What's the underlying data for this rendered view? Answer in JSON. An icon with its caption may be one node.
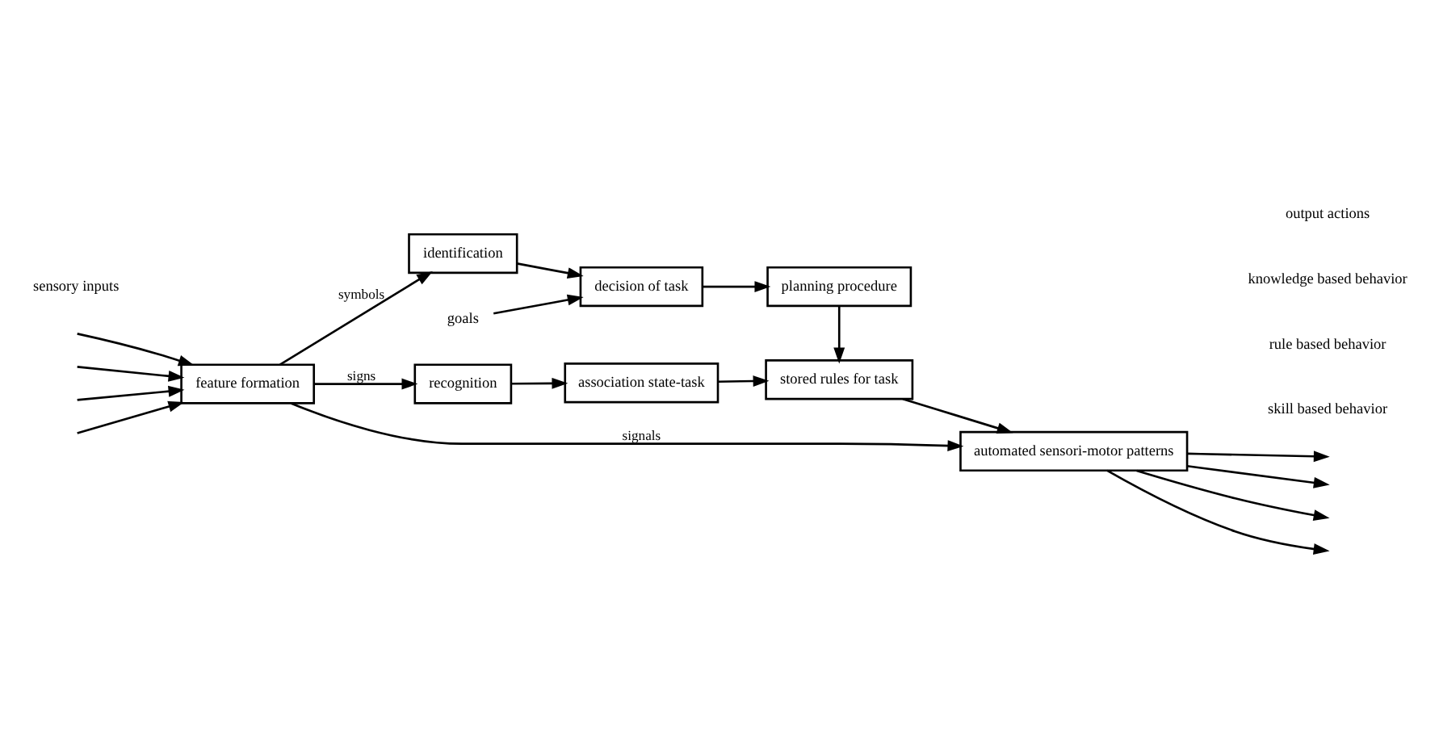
{
  "diagram": {
    "nodes": [
      {
        "text": [
          "identification"
        ]
      },
      {
        "text": [
          "decision of task"
        ]
      },
      {
        "text": [
          "planning procedure"
        ]
      },
      {
        "text": [
          "recognition"
        ]
      },
      {
        "text": [
          "association state-task"
        ]
      },
      {
        "text": [
          "stored rules for task"
        ]
      },
      {
        "text": [
          "feature formation"
        ]
      },
      {
        "text": [
          "automated sensori-motor patterns"
        ]
      },
      {
        "text": [
          "goals"
        ]
      }
    ],
    "edges": [
      {
        "from": 6,
        "to": 0,
        "arrow": "to",
        "label": "symbols"
      },
      {
        "from": 8,
        "to": 1,
        "arrow": "to"
      },
      {
        "from": 0,
        "to": 1,
        "arrow": "to"
      },
      {
        "from": 1,
        "to": 2,
        "arrow": "to"
      },
      {
        "from": 2,
        "to": 5,
        "arrow": "to"
      },
      {
        "from": 6,
        "to": 3,
        "arrow": "to",
        "label": "signs"
      },
      {
        "from": 3,
        "to": 4,
        "arrow": "to"
      },
      {
        "from": 4,
        "to": 5,
        "arrow": "to"
      },
      {
        "from": 5,
        "to": 7,
        "arrow": "to"
      },
      {
        "from": 6,
        "to": 7,
        "arrow": "to",
        "label": "signals"
      },
      {
        "from": null,
        "to": 6,
        "arrow": "to"
      },
      {
        "from": null,
        "to": 6,
        "arrow": "to"
      },
      {
        "from": null,
        "to": 6,
        "arrow": "to"
      },
      {
        "from": null,
        "to": 6,
        "arrow": "to"
      },
      {
        "from": 7,
        "to": null,
        "arrow": "to"
      },
      {
        "from": 7,
        "to": null,
        "arrow": "to"
      },
      {
        "from": 7,
        "to": null,
        "arrow": "to"
      },
      {
        "from": 7,
        "to": null,
        "arrow": "to"
      }
    ],
    "labels": [
      "knowledge based behavior",
      "rule based behavior",
      "skill based behavior",
      "sensory inputs",
      "output actions"
    ]
  }
}
